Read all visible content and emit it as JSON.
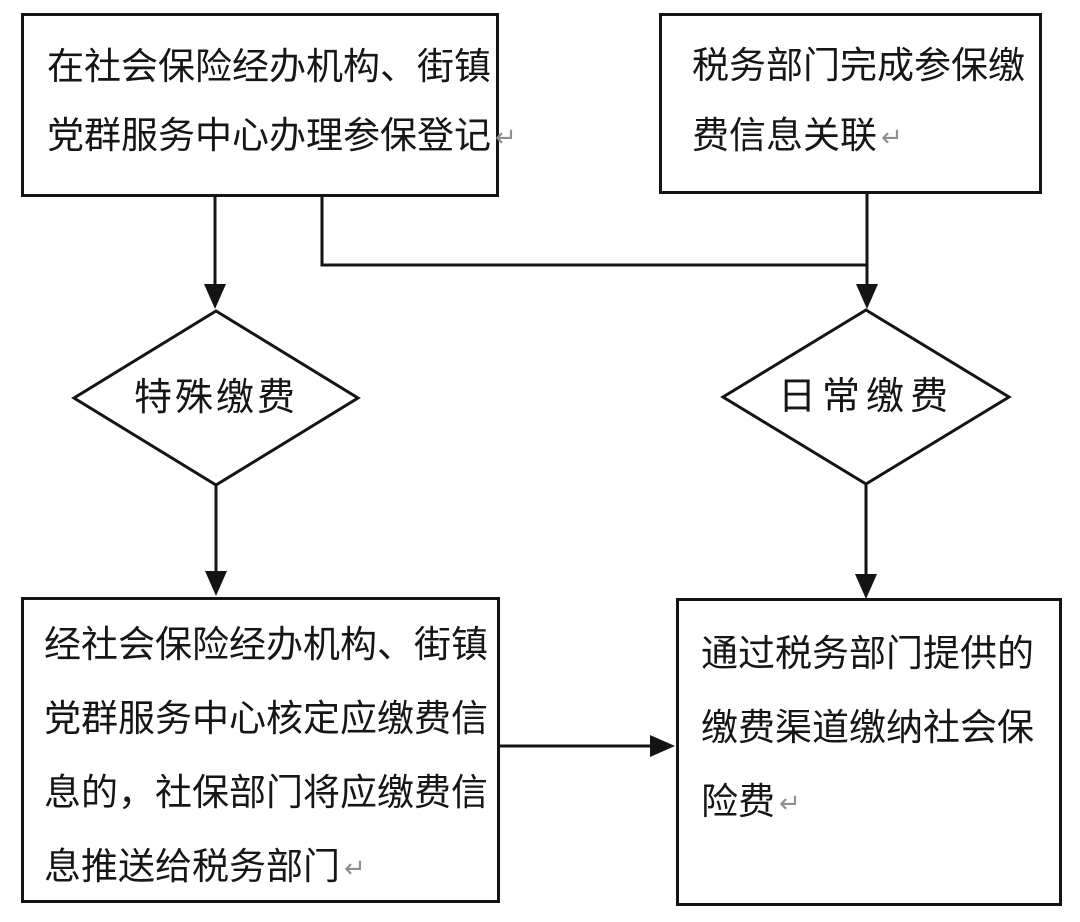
{
  "page": {
    "background": "#ffffff",
    "line_color": "#141414",
    "return_mark_color": "#8f8f8f"
  },
  "marks": {
    "return_mark": "↵"
  },
  "nodes": {
    "register_box": {
      "lines": [
        "在社会保险经办机构、街镇",
        "党群服务中心办理参保登记"
      ]
    },
    "tax_link_box": {
      "lines": [
        "税务部门完成参保缴",
        "费信息关联"
      ]
    },
    "special_payment_diamond": {
      "label": "特殊缴费"
    },
    "daily_payment_diamond": {
      "label": "日常缴费"
    },
    "verify_push_box": {
      "lines": [
        "经社会保险经办机构、街镇",
        "党群服务中心核定应缴费信",
        "息的，社保部门将应缴费信",
        "息推送给税务部门"
      ]
    },
    "pay_channel_box": {
      "lines": [
        "通过税务部门提供的",
        "缴费渠道缴纳社会保",
        "险费"
      ]
    }
  }
}
